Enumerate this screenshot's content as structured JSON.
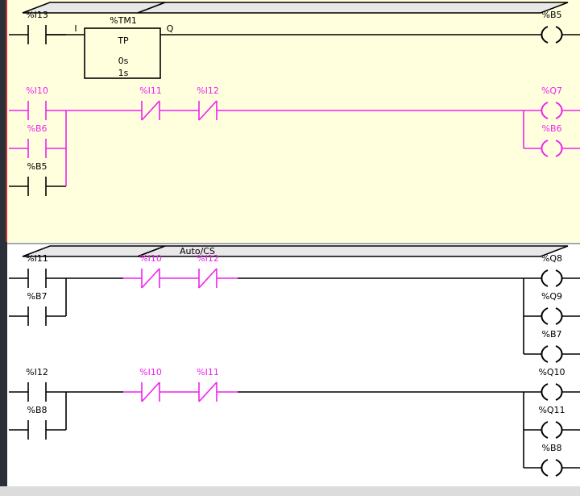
{
  "colors": {
    "background_active": "#ffffdd",
    "background_normal": "#ffffff",
    "wire_normal": "#000000",
    "wire_highlight": "#ee22ee",
    "header_fill": "#e8e8e8",
    "left_strip": "#2a2f38",
    "status_strip": "#dcdcdc"
  },
  "sections": [
    {
      "header_label": "",
      "active": true,
      "rungs": [
        {
          "contacts": [
            {
              "label": "%I13",
              "type": "NO",
              "color": "normal"
            }
          ],
          "timer": {
            "name": "%TM1",
            "type": "TP",
            "preset": "0s",
            "base": "1s",
            "input_pin": "I",
            "output_pin": "Q"
          },
          "series": [],
          "coils": [
            {
              "label": "%B5",
              "color": "normal"
            }
          ]
        },
        {
          "contacts": [
            {
              "label": "%I10",
              "type": "NO",
              "color": "normal"
            },
            {
              "label": "%B6",
              "type": "NO",
              "color": "highlight"
            },
            {
              "label": "%B5",
              "type": "NO",
              "color": "normal"
            }
          ],
          "series": [
            {
              "label": "%I11",
              "type": "NC",
              "color": "highlight"
            },
            {
              "label": "%I12",
              "type": "NC",
              "color": "highlight"
            }
          ],
          "coils": [
            {
              "label": "%Q7",
              "color": "highlight"
            },
            {
              "label": "%B6",
              "color": "highlight"
            }
          ]
        }
      ]
    },
    {
      "header_label": "Auto/CS",
      "active": false,
      "rungs": [
        {
          "contacts": [
            {
              "label": "%I11",
              "type": "NO",
              "color": "normal"
            },
            {
              "label": "%B7",
              "type": "NO",
              "color": "normal"
            }
          ],
          "series": [
            {
              "label": "%I10",
              "type": "NC",
              "color": "highlight"
            },
            {
              "label": "%I12",
              "type": "NC",
              "color": "highlight"
            }
          ],
          "coils": [
            {
              "label": "%Q8",
              "color": "normal"
            },
            {
              "label": "%Q9",
              "color": "normal"
            },
            {
              "label": "%B7",
              "color": "normal"
            }
          ]
        },
        {
          "contacts": [
            {
              "label": "%I12",
              "type": "NO",
              "color": "normal"
            },
            {
              "label": "%B8",
              "type": "NO",
              "color": "normal"
            }
          ],
          "series": [
            {
              "label": "%I10",
              "type": "NC",
              "color": "highlight"
            },
            {
              "label": "%I11",
              "type": "NC",
              "color": "highlight"
            }
          ],
          "coils": [
            {
              "label": "%Q10",
              "color": "normal"
            },
            {
              "label": "%Q11",
              "color": "normal"
            },
            {
              "label": "%B8",
              "color": "normal"
            }
          ]
        }
      ]
    }
  ]
}
